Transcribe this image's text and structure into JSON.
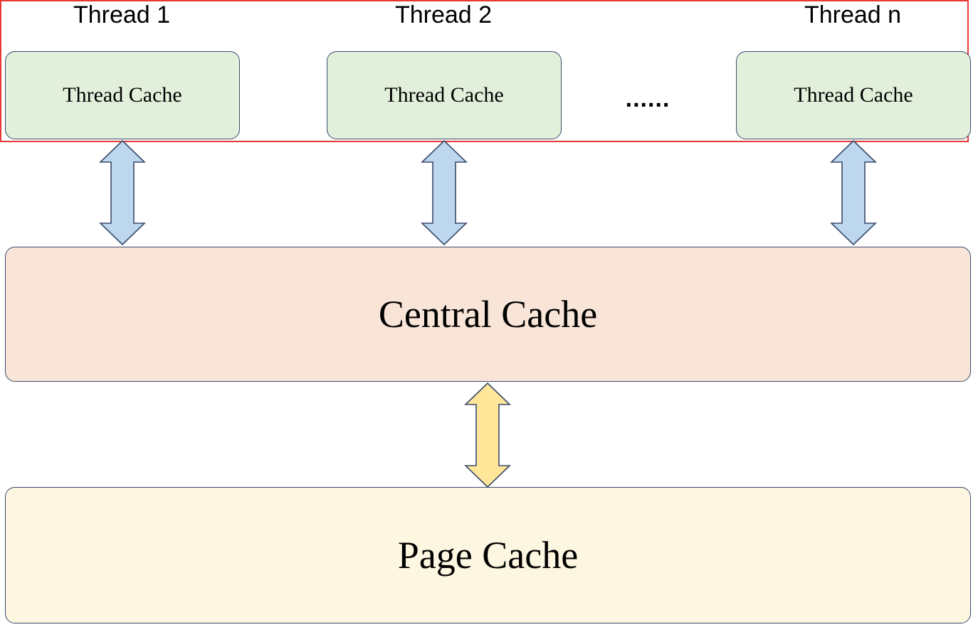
{
  "threads": [
    {
      "title": "Thread 1",
      "cache_label": "Thread Cache"
    },
    {
      "title": "Thread 2",
      "cache_label": "Thread Cache"
    },
    {
      "title": "Thread n",
      "cache_label": "Thread Cache"
    }
  ],
  "ellipsis": "......",
  "central_cache": {
    "label": "Central Cache"
  },
  "page_cache": {
    "label": "Page Cache"
  },
  "colors": {
    "highlight_border": "#e53935",
    "thread_cache_fill": "#e2efda",
    "central_cache_fill": "#f9e4d8",
    "page_cache_fill": "#fdf6e0",
    "thread_arrow_fill": "#bdd7ee",
    "page_arrow_fill": "#ffe699",
    "outline": "#3a4a6b"
  }
}
